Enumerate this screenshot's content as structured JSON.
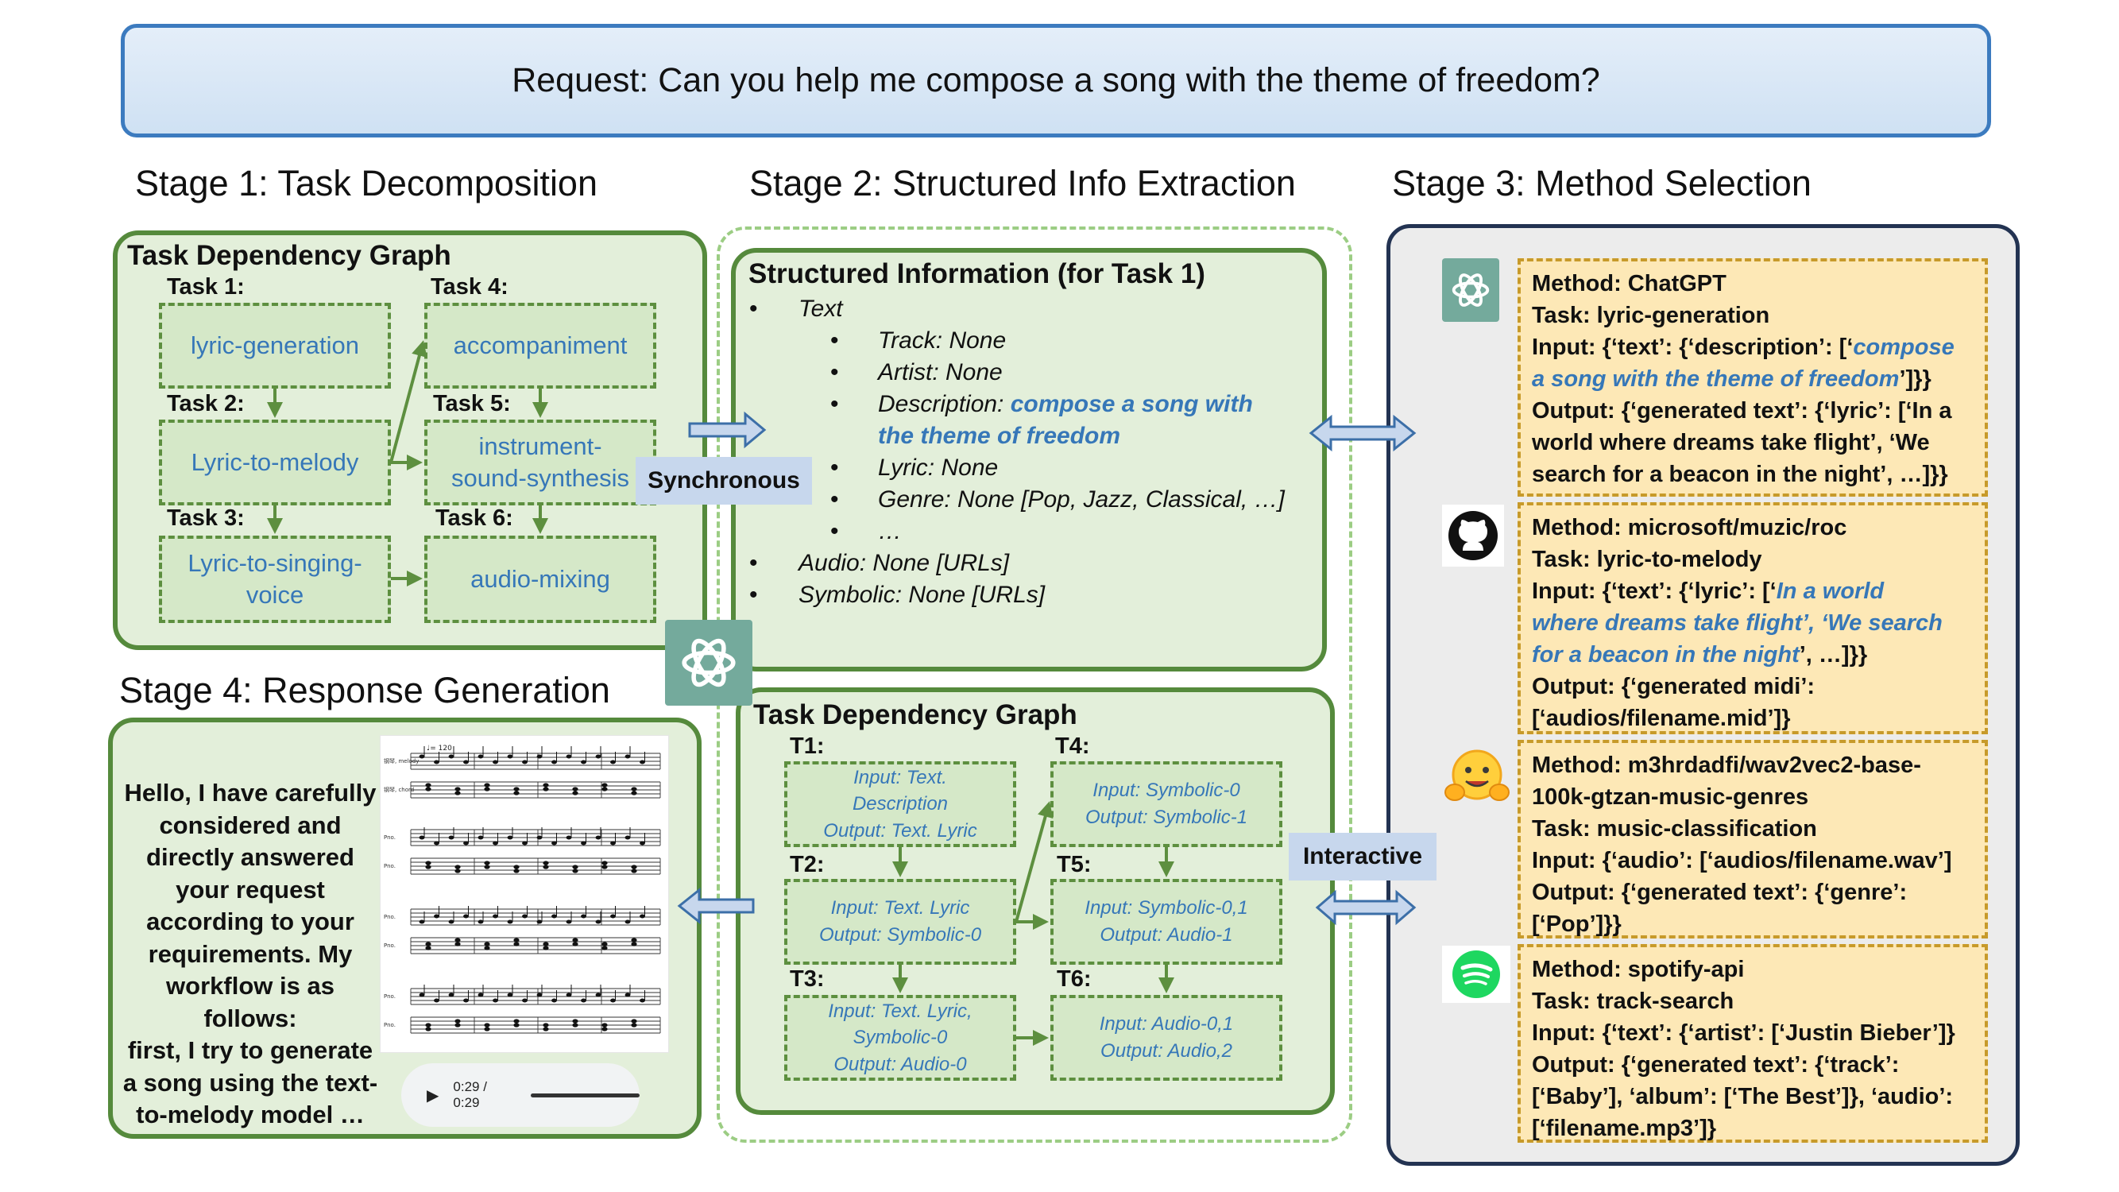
{
  "request": "Request: Can you help me compose a song with the theme of freedom?",
  "stages": {
    "s1": "Stage 1: Task Decomposition",
    "s2": "Stage 2: Structured Info Extraction",
    "s3": "Stage 3: Method Selection",
    "s4": "Stage 4: Response Generation"
  },
  "stage1": {
    "heading": "Task Dependency Graph",
    "tasks": [
      {
        "label": "Task 1:",
        "name": "lyric-generation"
      },
      {
        "label": "Task 2:",
        "name": "Lyric-to-melody"
      },
      {
        "label": "Task 3:",
        "name_l1": "Lyric-to-singing-",
        "name_l2": "voice"
      },
      {
        "label": "Task 4:",
        "name": "accompaniment"
      },
      {
        "label": "Task 5:",
        "name_l1": "instrument-",
        "name_l2": "sound-synthesis"
      },
      {
        "label": "Task 6:",
        "name": "audio-mixing"
      }
    ]
  },
  "stage2": {
    "heading": "Structured Information (for Task 1)",
    "text_key": "Text",
    "track": "Track: None",
    "artist": "Artist: None",
    "description_key": "Description:",
    "description_val_l1": "compose a song with",
    "description_val_l2": "the theme of freedom",
    "lyric": "Lyric: None",
    "genre": "Genre: None [Pop, Jazz, Classical, …]",
    "ellipsis": "…",
    "audio": "Audio: None [URLs]",
    "symbolic": "Symbolic: None [URLs]",
    "graph_heading": "Task Dependency Graph",
    "graph_tasks": [
      {
        "label": "T1:",
        "l1": "Input: Text.",
        "l2": "Description",
        "l3": "Output: Text. Lyric"
      },
      {
        "label": "T2:",
        "l1": "Input: Text. Lyric",
        "l2": "Output: Symbolic-0"
      },
      {
        "label": "T3:",
        "l1": "Input: Text. Lyric,",
        "l2": "Symbolic-0",
        "l3": "Output: Audio-0"
      },
      {
        "label": "T4:",
        "l1": "Input: Symbolic-0",
        "l2": "Output: Symbolic-1"
      },
      {
        "label": "T5:",
        "l1": "Input: Symbolic-0,1",
        "l2": "Output: Audio-1"
      },
      {
        "label": "T6:",
        "l1": "Input: Audio-0,1",
        "l2": "Output: Audio,2"
      }
    ]
  },
  "tags": {
    "synchronous": "Synchronous",
    "interactive": "Interactive"
  },
  "stage3": {
    "cards": [
      {
        "icon": "chatgpt-icon",
        "l1": "Method: ChatGPT",
        "l2": "Task: lyric-generation",
        "l3a": "Input: {‘text’: {‘description’: [‘",
        "l3b": "compose",
        "l4a": "a song with the theme of freedom",
        "l4b": "’]}}",
        "l5": "Output: {‘generated text’: {‘lyric’: [‘In a",
        "l6": "world where dreams take flight’, ‘We",
        "l7": "search for a beacon in the night’, …]}}"
      },
      {
        "icon": "github-icon",
        "l1": "Method: microsoft/muzic/roc",
        "l2": "Task: lyric-to-melody",
        "l3a": "Input: {‘text’: {‘lyric’: [‘",
        "l3b": "In a world",
        "l4": "where dreams take flight’, ‘We search",
        "l5a": "for a beacon in the night",
        "l5b": "’, …]}}",
        "l6": "Output: {‘generated midi’:",
        "l7": "[‘audios/filename.mid’]}"
      },
      {
        "icon": "huggingface-icon",
        "l1": "Method: m3hrdadfi/wav2vec2-base-",
        "l2": "100k-gtzan-music-genres",
        "l3": "Task: music-classification",
        "l4": "Input: {‘audio’: [‘audios/filename.wav’]",
        "l5": "Output: {‘generated text’:  {‘genre’:",
        "l6": "[‘Pop’]}}"
      },
      {
        "icon": "spotify-icon",
        "l1": "Method: spotify-api",
        "l2": "Task: track-search",
        "l3": "Input: {‘text’: {‘artist’: [‘Justin Bieber’]}",
        "l4": "Output: {‘generated text’: {‘track’:",
        "l5": "[‘Baby’], ‘album’: [‘The Best’]}, ‘audio’:",
        "l6": "[‘filename.mp3’]}"
      }
    ]
  },
  "stage4": {
    "lines": [
      "Hello, I have carefully",
      "considered and",
      "directly answered",
      "your request",
      "according to your",
      "requirements. My",
      "workflow is as follows:",
      "first, I try to generate",
      "a song using the text-",
      "to-melody model …"
    ],
    "player_time": "0:29 / 0:29",
    "sheet_tempo": "♩= 120",
    "staff_labels": [
      "钢琴, melody",
      "钢琴, chord",
      "Pno.",
      "Pno.",
      "Pno.",
      "Pno.",
      "Pno.",
      "Pno."
    ]
  },
  "colors": {
    "green_border": "#558a3c",
    "green_fill": "#e3efda",
    "blue_text": "#3677b8",
    "request_border": "#3c7bbf",
    "method_fill": "#fde8b6",
    "method_border": "#c79a2a",
    "stage3_border": "#233352"
  }
}
